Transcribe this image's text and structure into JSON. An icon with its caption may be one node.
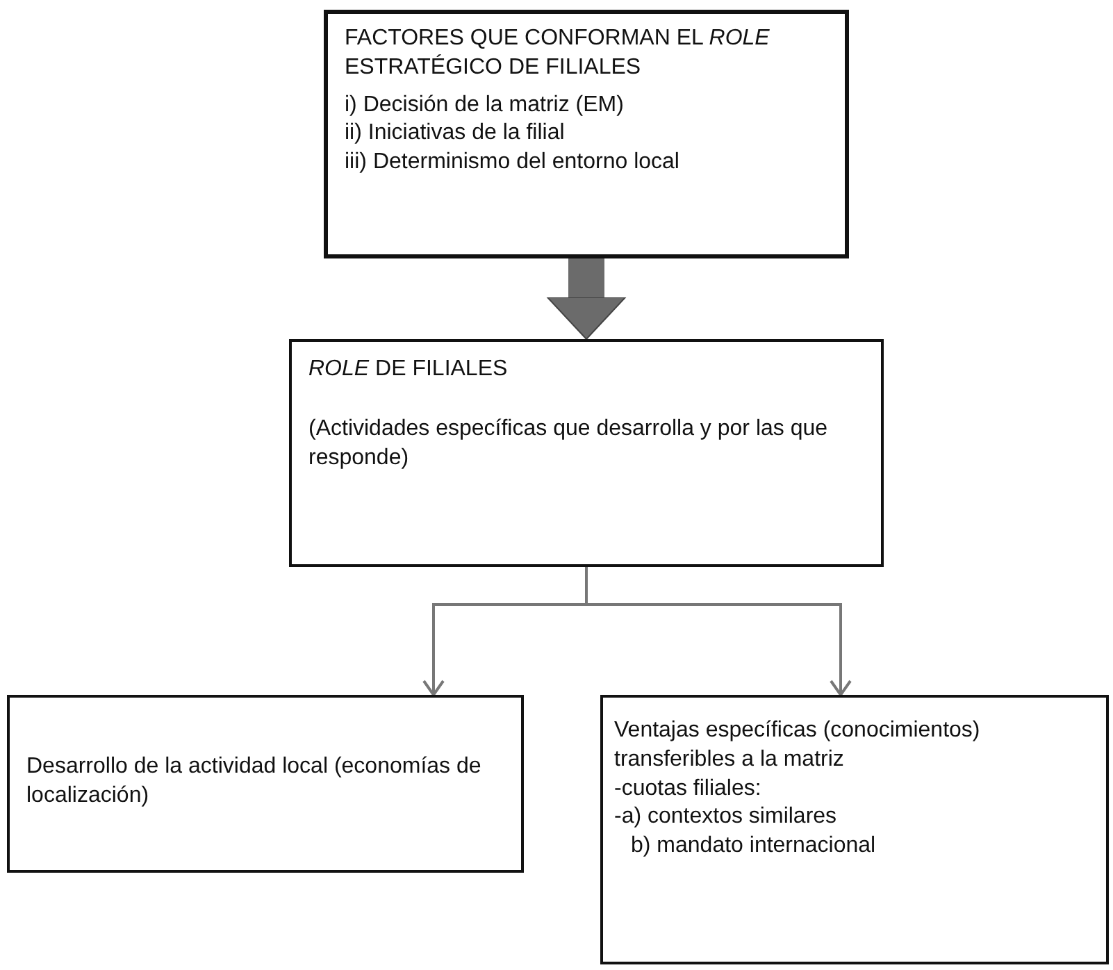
{
  "diagram": {
    "nodes": [
      {
        "text": [
          "FACTORES QUE CONFORMAN EL *ROLE* ESTRATÉGICO DE FILIALES",
          "i) Decisión de la matriz (EM)",
          "ii) Iniciativas de la filial",
          "iii) Determinismo del entorno local"
        ]
      },
      {
        "text": [
          "*ROLE* DE FILIALES",
          "(Actividades específicas que desarrolla y por las que responde)"
        ]
      },
      {
        "text": [
          "Desarrollo de la actividad local (economías de localización)"
        ]
      },
      {
        "text": [
          "Ventajas específicas (conocimientos) transferibles a la matriz",
          "-cuotas filiales:",
          "-a) contextos similares",
          "b) mandato internacional"
        ]
      }
    ],
    "edges": [
      {
        "from": 0,
        "to": 1,
        "arrow": "to",
        "style": "thick",
        "color": "#6b6b6b"
      },
      {
        "from": 1,
        "to": 2,
        "arrow": "to"
      },
      {
        "from": 1,
        "to": 3,
        "arrow": "to"
      }
    ]
  }
}
